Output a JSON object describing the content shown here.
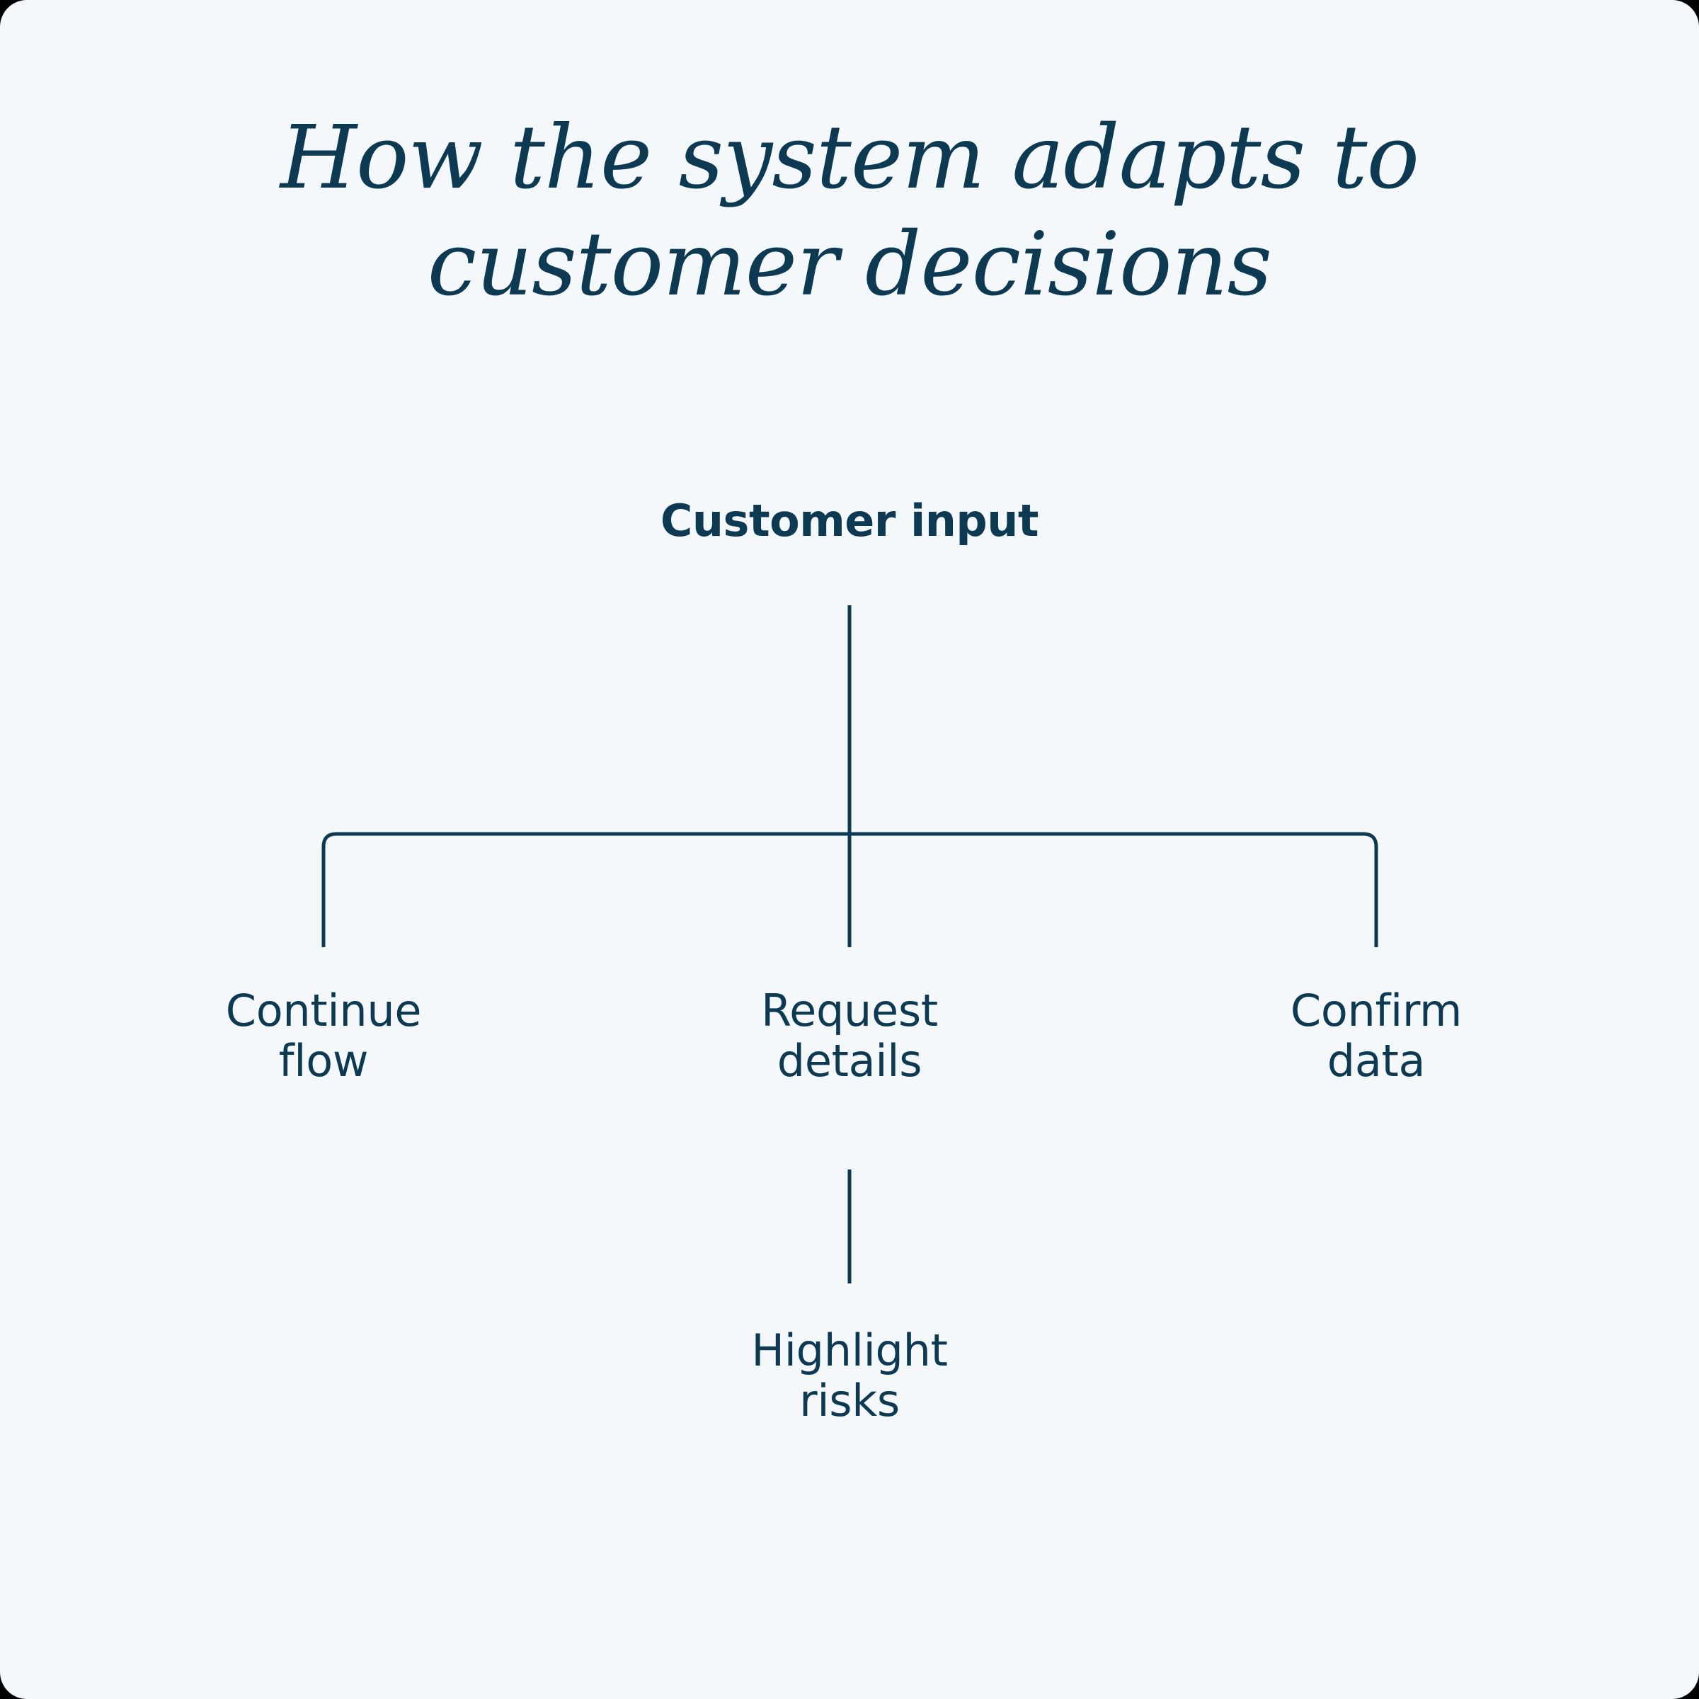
{
  "canvas": {
    "background_color": "#f4f8fb",
    "accent_color": "#0d3a52",
    "outside_color": "#000000"
  },
  "title": {
    "line1": "How the system adapts to",
    "line2": "customer decisions",
    "full": "How the system adapts to customer decisions"
  },
  "diagram": {
    "type": "tree",
    "root": {
      "label": "Customer input",
      "emphasis": "bold"
    },
    "children": [
      {
        "label": "Continue\nflow",
        "plain": "Continue flow"
      },
      {
        "label": "Request\ndetails",
        "plain": "Request details"
      },
      {
        "label": "Confirm\ndata",
        "plain": "Confirm data"
      }
    ],
    "grandchildren": [
      {
        "parent": "Request details",
        "label": "Highlight\nrisks",
        "plain": "Highlight risks"
      }
    ],
    "connector_color": "#0d3a52"
  }
}
